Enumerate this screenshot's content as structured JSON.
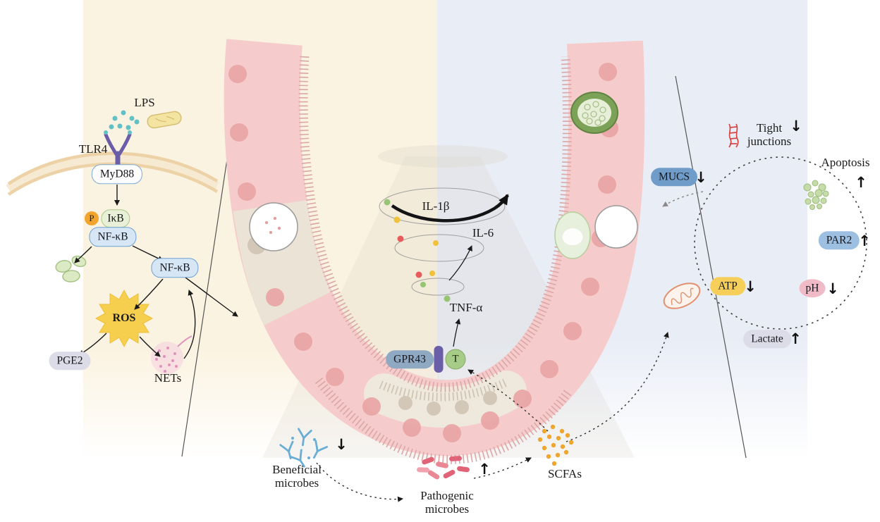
{
  "left_pathway": {
    "lps": "LPS",
    "tlr4": "TLR4",
    "myd88": "MyD88",
    "phospho": "P",
    "ikb": "IκB",
    "nfkb_complex": "NF-κB",
    "nfkb_free": "NF-κB",
    "ros": "ROS",
    "pge2": "PGE2",
    "nets": "NETs"
  },
  "cytokines": {
    "il1b": "IL-1β",
    "il6": "IL-6",
    "tnfa": "TNF-α"
  },
  "receptor": {
    "gpr43": "GPR43",
    "t": "T"
  },
  "right_cycle": {
    "mucs": "MUCS",
    "tight_junctions": "Tight junctions",
    "apoptosis": "Apoptosis",
    "par2": "PAR2",
    "ph": "pH",
    "lactate": "Lactate",
    "atp": "ATP"
  },
  "microbiome": {
    "beneficial": "Beneficial microbes",
    "pathogenic": "Pathogenic microbes",
    "scfas": "SCFAs"
  },
  "glyphs": {
    "up": "↑",
    "down": "↓"
  },
  "colors": {
    "cream_bg": "#fbf3e1",
    "blue_bg": "#e9edf6",
    "cell_pink": "#f6cbcb",
    "nucleus_pink": "#e9a5a5",
    "membrane_tan": "#ecd2a6",
    "receptor_purple": "#6b5ea8",
    "ros_yellow": "#f6cf4f",
    "t_green": "#a6cc88",
    "mucs_blue": "#6f9cc9",
    "atp_yellow": "#f5cf5a",
    "ph_pink": "#f0bac6",
    "scfa_orange": "#efa62e",
    "beneficial_blue": "#6aaed6",
    "pathogenic_red": "#e06377"
  }
}
